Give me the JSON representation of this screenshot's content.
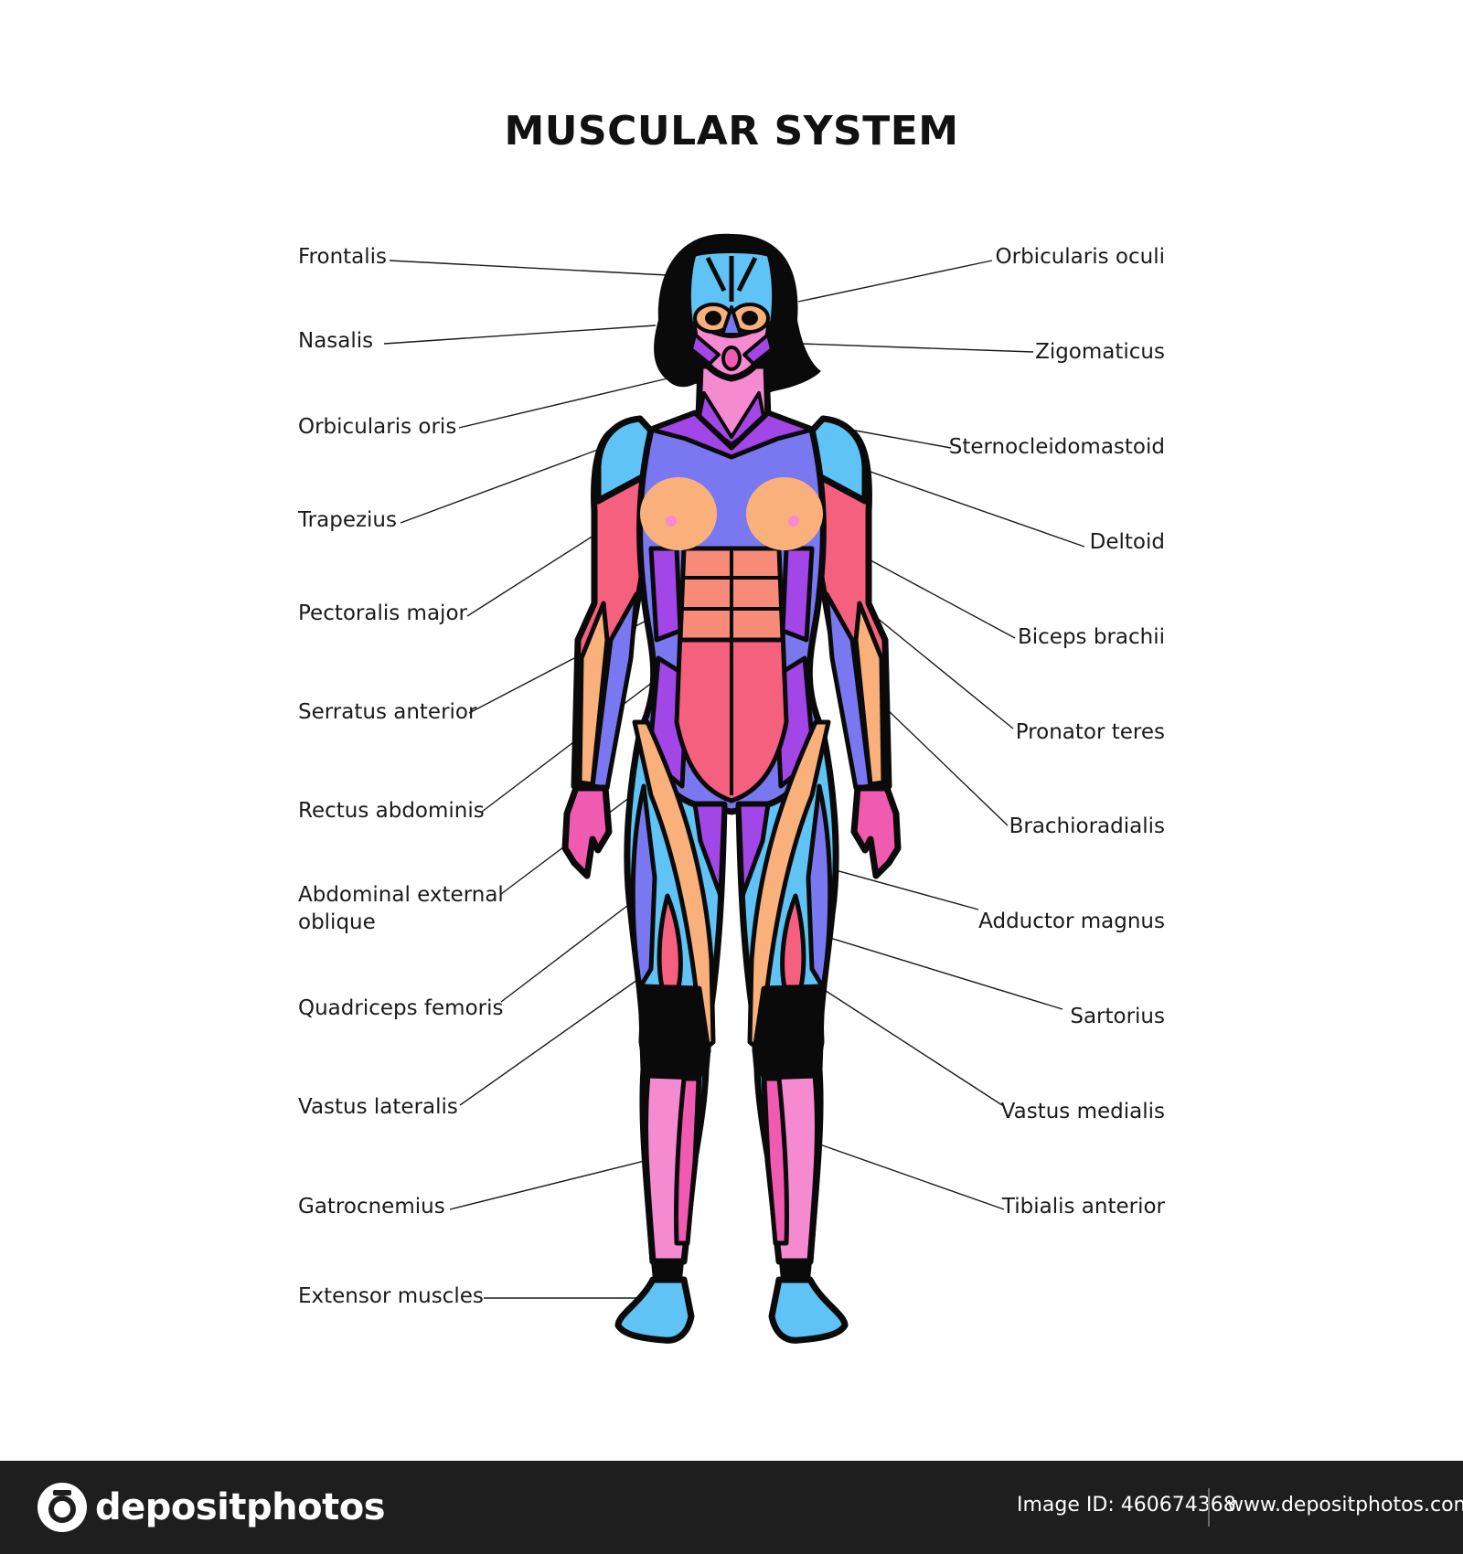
{
  "title": "MUSCULAR SYSTEM",
  "labels_left": [
    {
      "text": "Frontalis"
    },
    {
      "text": "Nasalis"
    },
    {
      "text": "Orbicularis oris"
    },
    {
      "text": "Trapezius"
    },
    {
      "text": "Pectoralis major"
    },
    {
      "text": "Serratus anterior"
    },
    {
      "text": "Rectus abdominis"
    },
    {
      "text": "Abdominal external\noblique"
    },
    {
      "text": "Quadriceps femoris"
    },
    {
      "text": "Vastus lateralis"
    },
    {
      "text": "Gatrocnemius"
    },
    {
      "text": "Extensor muscles"
    }
  ],
  "labels_right": [
    {
      "text": "Orbicularis oculi"
    },
    {
      "text": "Zigomaticus"
    },
    {
      "text": "Sternocleidomastoid"
    },
    {
      "text": "Deltoid"
    },
    {
      "text": "Biceps brachii"
    },
    {
      "text": "Pronator teres"
    },
    {
      "text": "Brachioradialis"
    },
    {
      "text": "Adductor magnus"
    },
    {
      "text": "Sartorius"
    },
    {
      "text": "Vastus medialis"
    },
    {
      "text": "Tibialis anterior"
    }
  ],
  "colors": {
    "outline": "#0a0a0a",
    "hair": "#0a0a0a",
    "blue": "#5fc3f5",
    "violet": "#7a78f0",
    "purple": "#a246e8",
    "magenta": "#f05ab0",
    "pink": "#f58ad0",
    "coral": "#f5607e",
    "orange": "#f9b07a",
    "salmon": "#f88a78",
    "footer_bg": "#1e1e1e"
  },
  "footer": {
    "brand": "depositphotos",
    "image_id": "Image ID: 460674368",
    "site": "www.depositphotos.com"
  }
}
